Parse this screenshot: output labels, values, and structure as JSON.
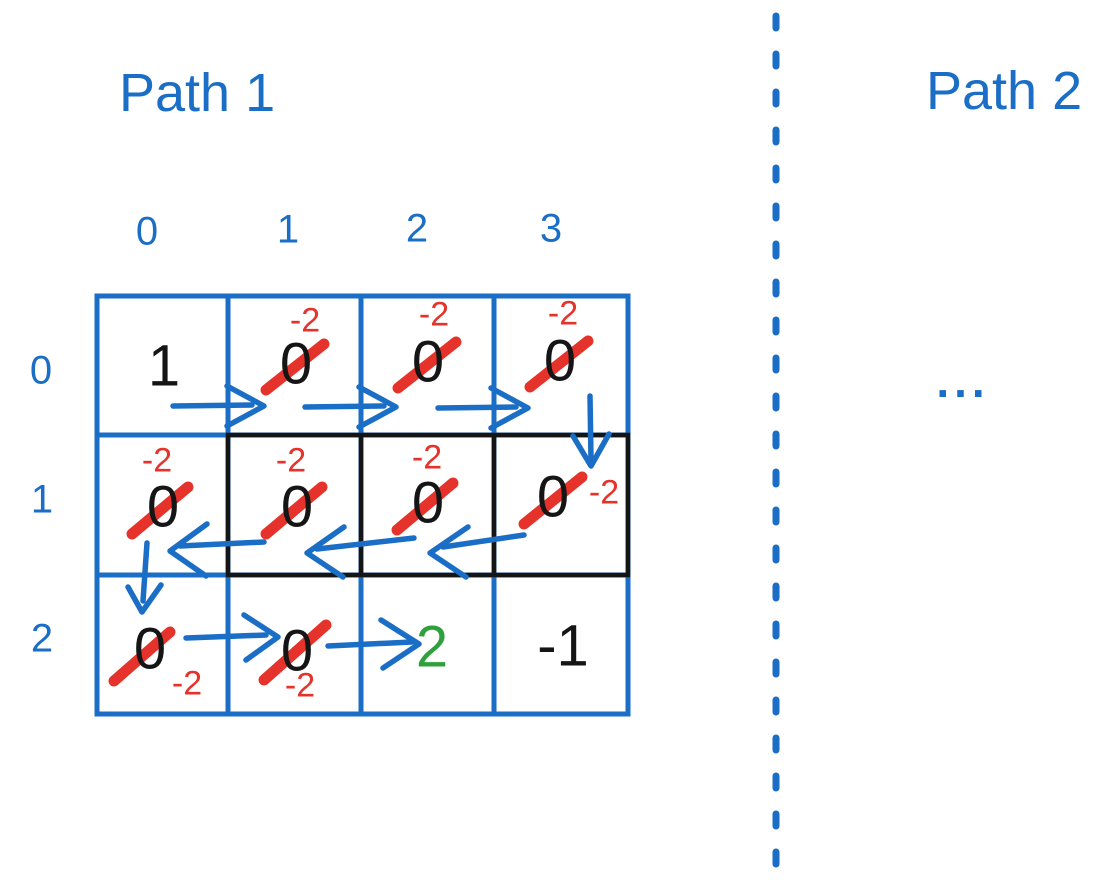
{
  "titles": {
    "path1": "Path 1",
    "path2": "Path 2",
    "ellipsis": "..."
  },
  "colors": {
    "blue": "#1b6ec6",
    "red": "#e5332b",
    "green": "#2fa13c",
    "black": "#151515"
  },
  "grid": {
    "col_headers": [
      "0",
      "1",
      "2",
      "3"
    ],
    "row_headers": [
      "0",
      "1",
      "2"
    ],
    "cells": [
      {
        "row": 0,
        "col": 0,
        "value": "1",
        "crossed": false
      },
      {
        "row": 0,
        "col": 1,
        "value": "0",
        "crossed": true,
        "penalty": "-2",
        "penalty_position": "above"
      },
      {
        "row": 0,
        "col": 2,
        "value": "0",
        "crossed": true,
        "penalty": "-2",
        "penalty_position": "above"
      },
      {
        "row": 0,
        "col": 3,
        "value": "0",
        "crossed": true,
        "penalty": "-2",
        "penalty_position": "above"
      },
      {
        "row": 1,
        "col": 0,
        "value": "0",
        "crossed": true,
        "penalty": "-2",
        "penalty_position": "above"
      },
      {
        "row": 1,
        "col": 1,
        "value": "0",
        "crossed": true,
        "penalty": "-2",
        "penalty_position": "above"
      },
      {
        "row": 1,
        "col": 2,
        "value": "0",
        "crossed": true,
        "penalty": "-2",
        "penalty_position": "above"
      },
      {
        "row": 1,
        "col": 3,
        "value": "0",
        "crossed": true,
        "penalty": "-2",
        "penalty_position": "right"
      },
      {
        "row": 2,
        "col": 0,
        "value": "0",
        "crossed": true,
        "penalty": "-2",
        "penalty_position": "below"
      },
      {
        "row": 2,
        "col": 1,
        "value": "0",
        "crossed": true,
        "penalty": "-2",
        "penalty_position": "below"
      },
      {
        "row": 2,
        "col": 2,
        "value": "2",
        "crossed": false,
        "highlight": "green"
      },
      {
        "row": 2,
        "col": 3,
        "value": "-1",
        "crossed": false
      }
    ],
    "black_bordered_cells": [
      [
        1,
        1
      ],
      [
        1,
        2
      ],
      [
        1,
        3
      ]
    ]
  },
  "path_moves": [
    "right",
    "right",
    "right",
    "down",
    "left",
    "left",
    "left",
    "down",
    "right",
    "right"
  ]
}
